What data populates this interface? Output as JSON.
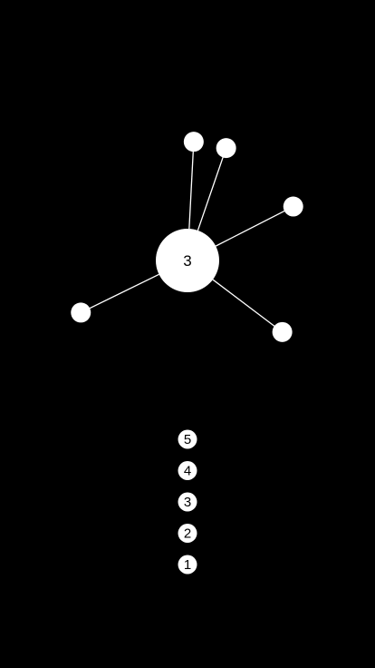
{
  "game": {
    "level": "3",
    "colors": {
      "background": "#000000",
      "ball": "#ffffff",
      "needle": "#ffffff",
      "label": "#000000"
    },
    "stuck_pins": [
      {
        "angle_deg": -87
      },
      {
        "angle_deg": -71
      },
      {
        "angle_deg": -27
      },
      {
        "angle_deg": 37
      },
      {
        "angle_deg": 154
      }
    ],
    "remaining_pins": [
      "5",
      "4",
      "3",
      "2",
      "1"
    ]
  }
}
